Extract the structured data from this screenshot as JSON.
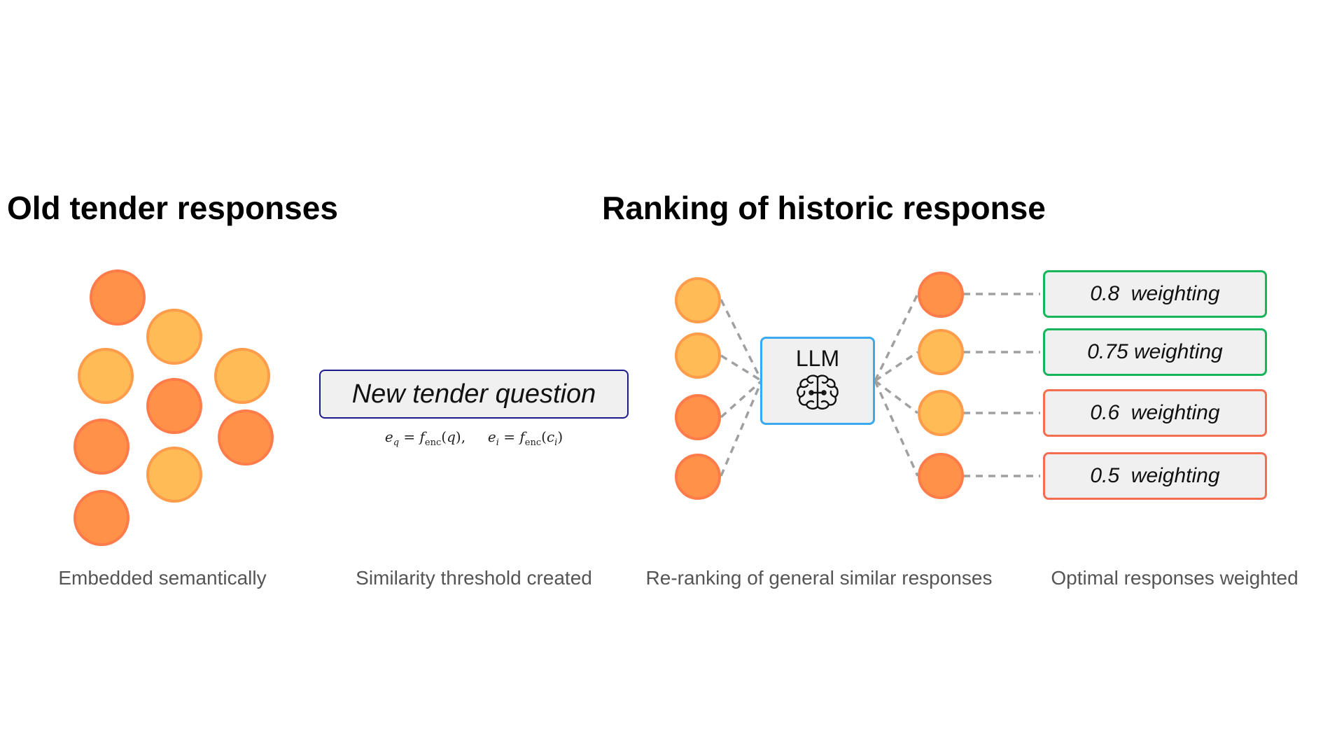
{
  "headings": {
    "left": "Old tender responses",
    "right": "Ranking of historic response"
  },
  "question_box": {
    "label": "New tender question"
  },
  "formula": {
    "eq_lhs": "e",
    "eq_sub": "q",
    "eq_rhs_f": "f",
    "eq_rhs_sub": "enc",
    "eq_arg": "q",
    "ei_lhs": "e",
    "ei_sub": "i",
    "ei_rhs_f": "f",
    "ei_rhs_sub": "enc",
    "ei_arg": "c",
    "ei_arg_sub": "i"
  },
  "llm": {
    "label": "LLM",
    "icon": "brain-icon"
  },
  "weights": [
    {
      "label": "0.8  weighting",
      "status": "good"
    },
    {
      "label": "0.75 weighting",
      "status": "good"
    },
    {
      "label": "0.6  weighting",
      "status": "bad"
    },
    {
      "label": "0.5  weighting",
      "status": "bad"
    }
  ],
  "captions": {
    "embedded": "Embedded semantically",
    "threshold": "Similarity threshold created",
    "reranking": "Re-ranking of general similar responses",
    "optimal": "Optimal responses weighted"
  },
  "colors": {
    "dark_node": "#ff9248",
    "light_node": "#ffbb56",
    "llm_border": "#3aa9ef",
    "good_border": "#17b65c",
    "bad_border": "#f46f52",
    "question_border": "#1c1a8a",
    "connector": "#a0a0a0"
  }
}
